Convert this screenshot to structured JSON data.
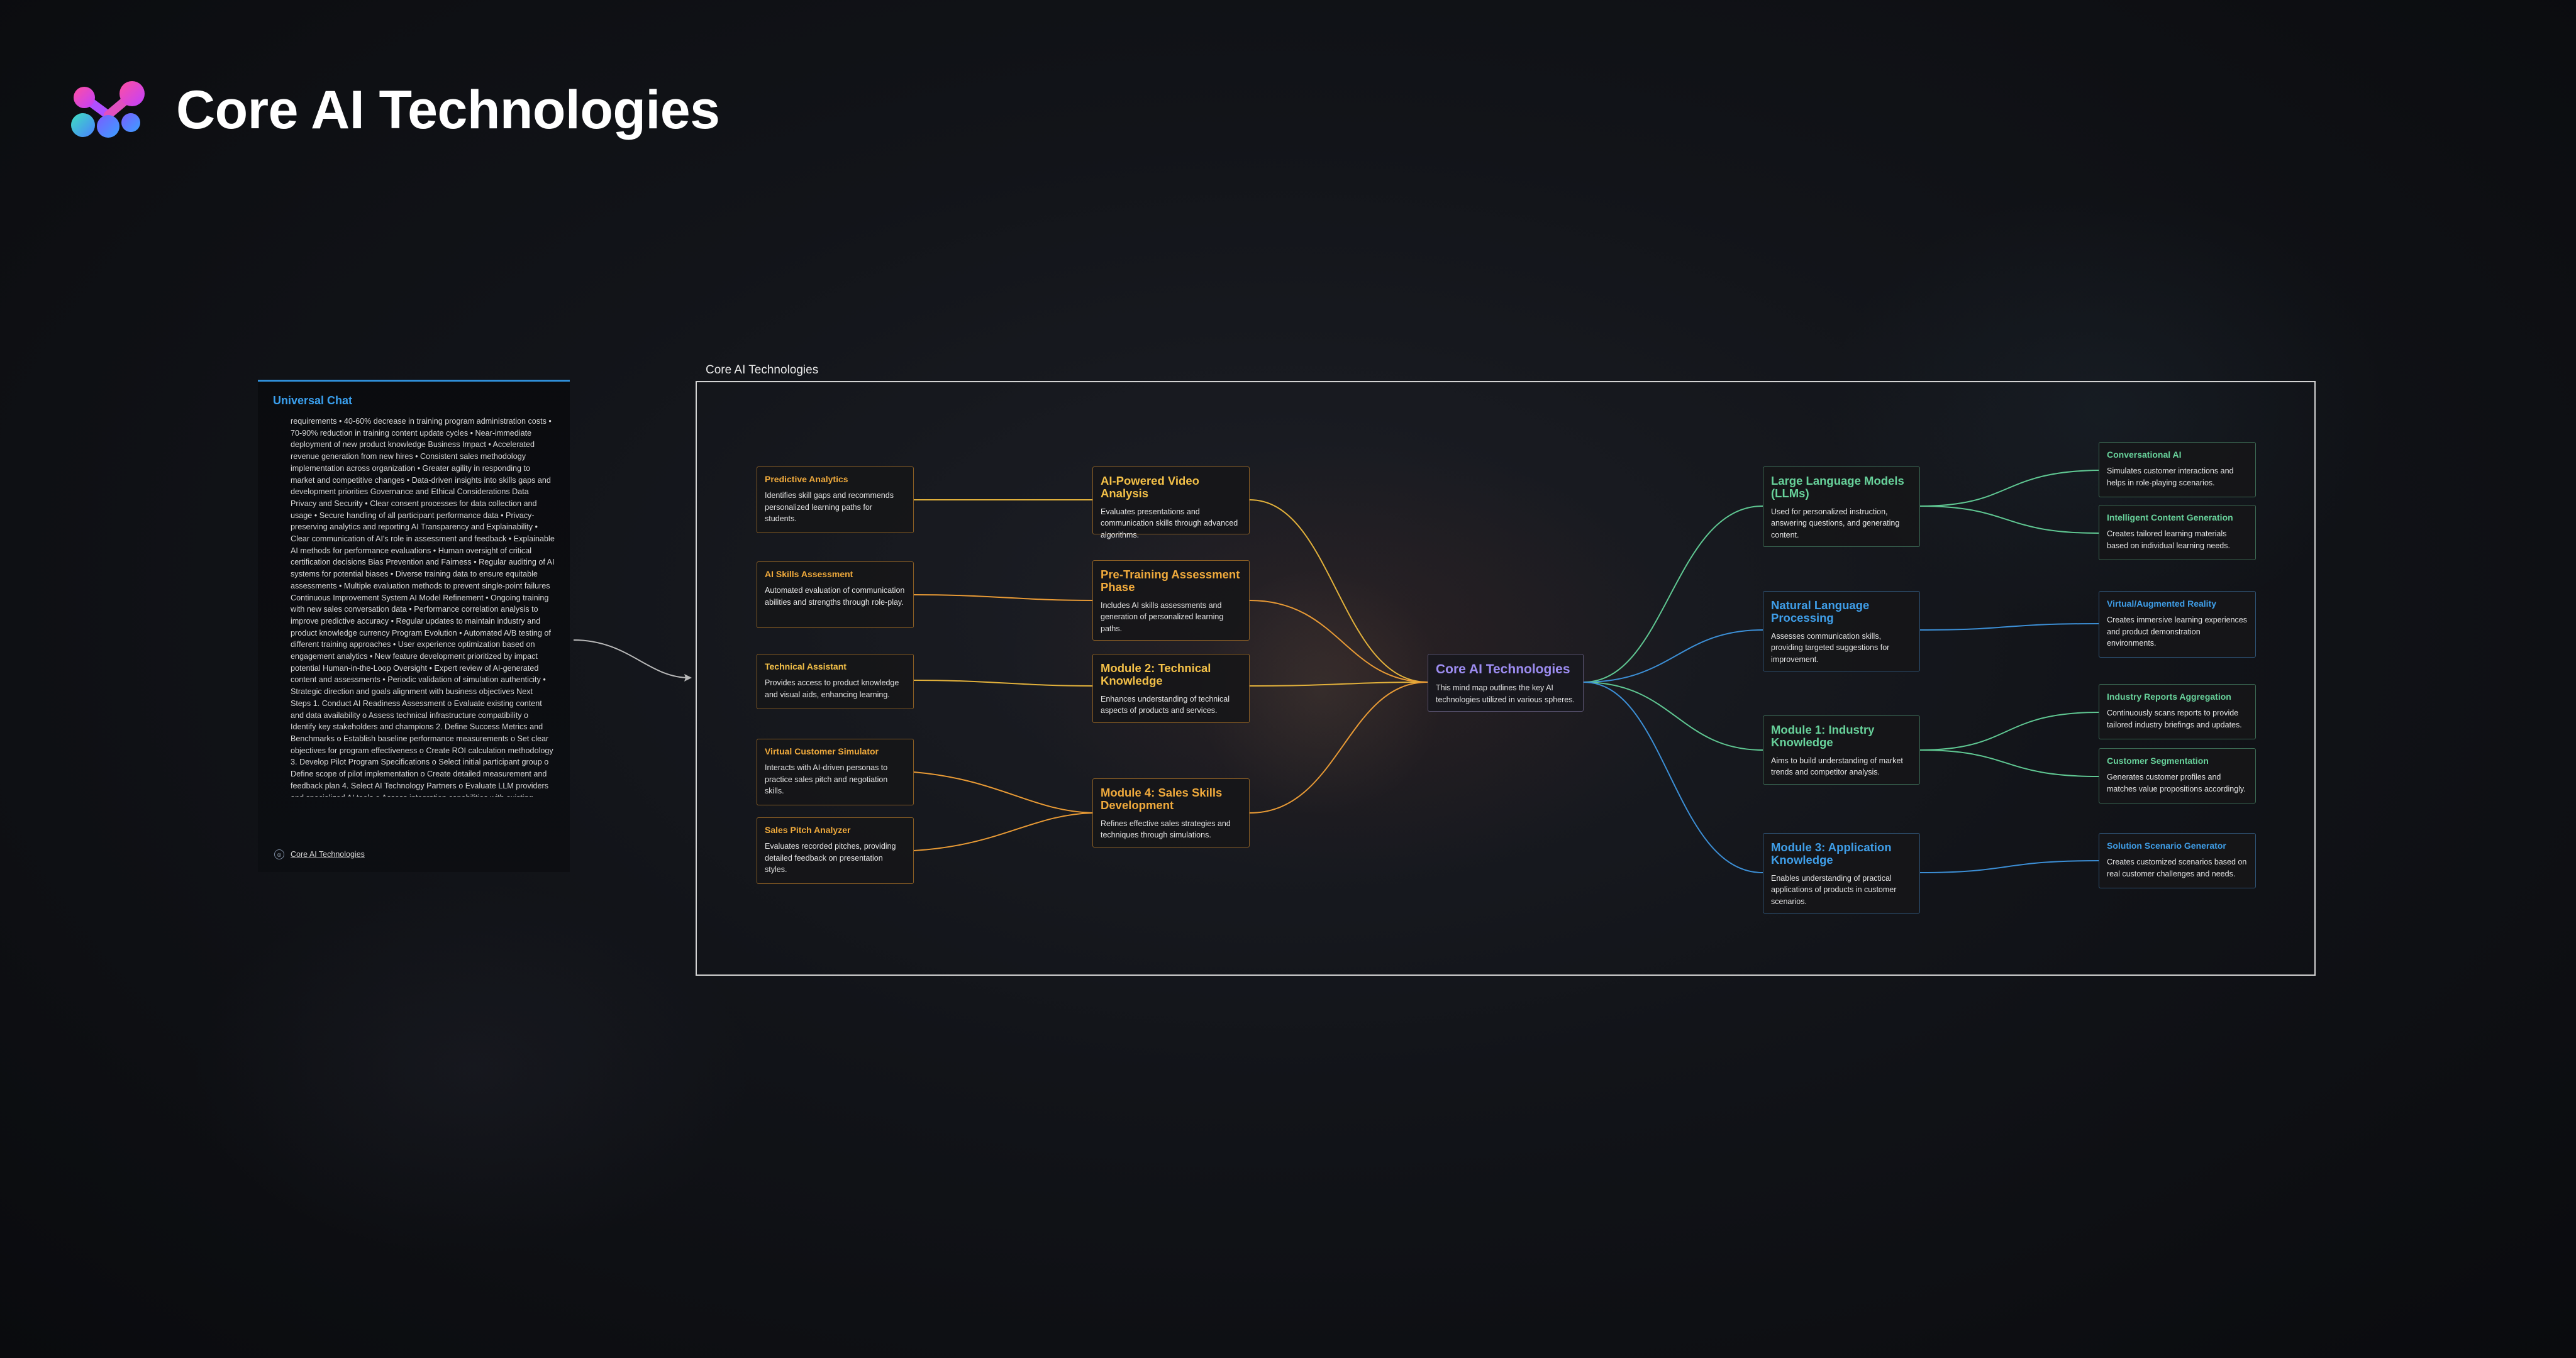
{
  "header": {
    "title": "Core AI Technologies",
    "logo_icon": "molecule-logo-icon"
  },
  "chat": {
    "title": "Universal Chat",
    "body": "requirements • 40-60% decrease in training program administration costs • 70-90% reduction in training content update cycles • Near-immediate deployment of new product knowledge Business Impact • Accelerated revenue generation from new hires • Consistent sales methodology implementation across organization • Greater agility in responding to market and competitive changes • Data-driven insights into skills gaps and development priorities Governance and Ethical Considerations Data Privacy and Security • Clear consent processes for data collection and usage • Secure handling of all participant performance data • Privacy-preserving analytics and reporting AI Transparency and Explainability • Clear communication of AI's role in assessment and feedback • Explainable AI methods for performance evaluations • Human oversight of critical certification decisions Bias Prevention and Fairness • Regular auditing of AI systems for potential biases • Diverse training data to ensure equitable assessments • Multiple evaluation methods to prevent single-point failures Continuous Improvement System AI Model Refinement • Ongoing training with new sales conversation data • Performance correlation analysis to improve predictive accuracy • Regular updates to maintain industry and product knowledge currency Program Evolution • Automated A/B testing of different training approaches • User experience optimization based on engagement analytics • New feature development prioritized by impact potential Human-in-the-Loop Oversight • Expert review of AI-generated content and assessments • Periodic validation of simulation authenticity • Strategic direction and goals alignment with business objectives Next Steps 1. Conduct AI Readiness Assessment o Evaluate existing content and data availability o Assess technical infrastructure compatibility o Identify key stakeholders and champions 2. Define Success Metrics and Benchmarks o Establish baseline performance measurements o Set clear objectives for program effectiveness o Create ROI calculation methodology 3. Develop Pilot Program Specifications o Select initial participant group o Define scope of pilot implementation o Create detailed measurement and feedback plan 4. Select AI Technology Partners o Evaluate LLM providers and specialized AI tools o Assess integration capabilities with existing systems o Review security and compliance credentials",
    "link_label": "Core AI Technologies",
    "link_icon": "circle-link-icon"
  },
  "canvas": {
    "label": "Core AI Technologies"
  },
  "colors": {
    "orange": "#f0aa3c",
    "green": "#68d29b",
    "blue": "#3f9ee8",
    "purple": "#9c8cf0",
    "amber": "#f3c048"
  },
  "nodes": {
    "predictive": {
      "title": "Predictive Analytics",
      "desc": "Identifies skill gaps and recommends personalized learning paths for students."
    },
    "ai_skills": {
      "title": "AI Skills Assessment",
      "desc": "Automated evaluation of communication abilities and strengths through role-play."
    },
    "tech_assistant": {
      "title": "Technical Assistant",
      "desc": "Provides access to product knowledge and visual aids, enhancing learning."
    },
    "virtual_customer": {
      "title": "Virtual Customer Simulator",
      "desc": "Interacts with AI-driven personas to practice sales pitch and negotiation skills."
    },
    "sales_pitch": {
      "title": "Sales Pitch Analyzer",
      "desc": "Evaluates recorded pitches, providing detailed feedback on presentation styles."
    },
    "video_analysis": {
      "title": "AI-Powered Video Analysis",
      "desc": "Evaluates presentations and communication skills through advanced algorithms."
    },
    "pre_training": {
      "title": "Pre-Training Assessment Phase",
      "desc": "Includes AI skills assessments and generation of personalized learning paths."
    },
    "module2": {
      "title": "Module 2: Technical Knowledge",
      "desc": "Enhances understanding of technical aspects of products and services."
    },
    "module4": {
      "title": "Module 4: Sales Skills Development",
      "desc": "Refines effective sales strategies and techniques through simulations."
    },
    "center": {
      "title": "Core AI Technologies",
      "desc": "This mind map outlines the key AI technologies utilized in various spheres."
    },
    "llm": {
      "title": "Large Language Models (LLMs)",
      "desc": "Used for personalized instruction, answering questions, and generating content."
    },
    "nlp": {
      "title": "Natural Language Processing",
      "desc": "Assesses communication skills, providing targeted suggestions for improvement."
    },
    "module1": {
      "title": "Module 1: Industry Knowledge",
      "desc": "Aims to build understanding of market trends and competitor analysis."
    },
    "module3": {
      "title": "Module 3: Application Knowledge",
      "desc": "Enables understanding of practical applications of products in customer scenarios."
    },
    "conversational": {
      "title": "Conversational AI",
      "desc": "Simulates customer interactions and helps in role-playing scenarios."
    },
    "content_gen": {
      "title": "Intelligent Content Generation",
      "desc": "Creates tailored learning materials based on individual learning needs."
    },
    "vr": {
      "title": "Virtual/Augmented Reality",
      "desc": "Creates immersive learning experiences and product demonstration environments."
    },
    "industry_reports": {
      "title": "Industry Reports Aggregation",
      "desc": "Continuously scans reports to provide tailored industry briefings and updates."
    },
    "customer_seg": {
      "title": "Customer Segmentation",
      "desc": "Generates customer profiles and matches value propositions accordingly."
    },
    "solution_gen": {
      "title": "Solution Scenario Generator",
      "desc": "Creates customized scenarios based on real customer challenges and needs."
    }
  }
}
